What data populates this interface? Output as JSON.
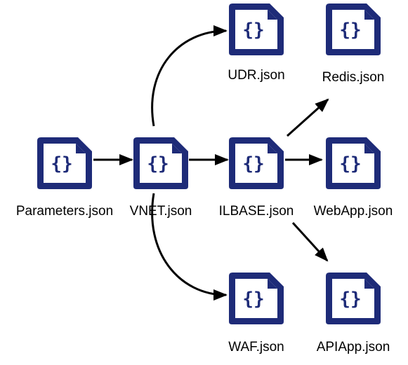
{
  "diagram": {
    "colors": {
      "file_icon": "#1e2b78",
      "arrow": "#000000",
      "label": "#000000"
    },
    "nodes": [
      {
        "id": "parameters",
        "label": "Parameters.json",
        "icon": "json-file-icon",
        "glyph": "{}"
      },
      {
        "id": "vnet",
        "label": "VNET.json",
        "icon": "json-file-icon",
        "glyph": "{}"
      },
      {
        "id": "ilbase",
        "label": "ILBASE.json",
        "icon": "json-file-icon",
        "glyph": "{}"
      },
      {
        "id": "udr",
        "label": "UDR.json",
        "icon": "json-file-icon",
        "glyph": "{}"
      },
      {
        "id": "redis",
        "label": "Redis.json",
        "icon": "json-file-icon",
        "glyph": "{}"
      },
      {
        "id": "webapp",
        "label": "WebApp.json",
        "icon": "json-file-icon",
        "glyph": "{}"
      },
      {
        "id": "waf",
        "label": "WAF.json",
        "icon": "json-file-icon",
        "glyph": "{}"
      },
      {
        "id": "apiapp",
        "label": "APIApp.json",
        "icon": "json-file-icon",
        "glyph": "{}"
      }
    ],
    "edges": [
      {
        "from": "parameters",
        "to": "vnet"
      },
      {
        "from": "vnet",
        "to": "ilbase"
      },
      {
        "from": "vnet",
        "to": "udr"
      },
      {
        "from": "vnet",
        "to": "waf"
      },
      {
        "from": "ilbase",
        "to": "webapp"
      },
      {
        "from": "ilbase",
        "to": "redis"
      },
      {
        "from": "ilbase",
        "to": "apiapp"
      }
    ]
  }
}
